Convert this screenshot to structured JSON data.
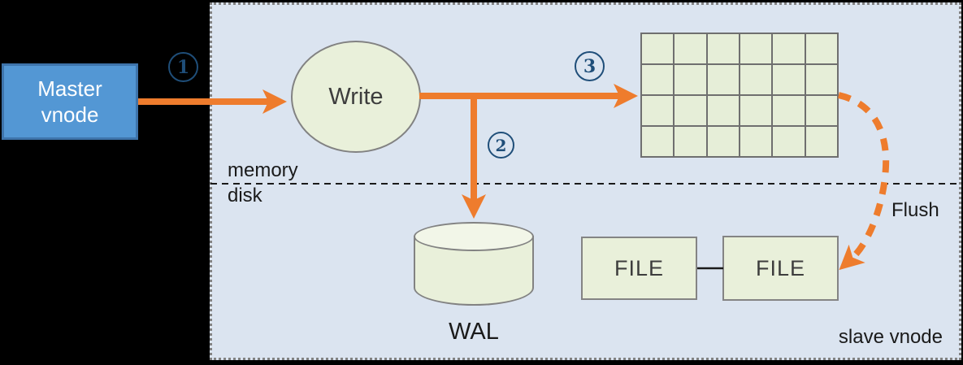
{
  "diagram": {
    "master_vnode": {
      "label": "Master\nvnode"
    },
    "write": {
      "label": "Write"
    },
    "steps": {
      "one": "1",
      "two": "2",
      "three": "3"
    },
    "labels": {
      "memory": "memory",
      "disk": "disk",
      "wal": "WAL",
      "flush": "Flush",
      "slave_vnode": "slave vnode"
    },
    "files": {
      "file1": "FILE",
      "file2": "FILE"
    },
    "memory_table": {
      "rows": 4,
      "cols": 6
    },
    "colors": {
      "accent_orange": "#ee7c2d",
      "node_green": "#e9f0da",
      "master_blue": "#5397d4",
      "step_badge_blue": "#1f4e79",
      "panel_blue": "#dbe4f0"
    }
  }
}
